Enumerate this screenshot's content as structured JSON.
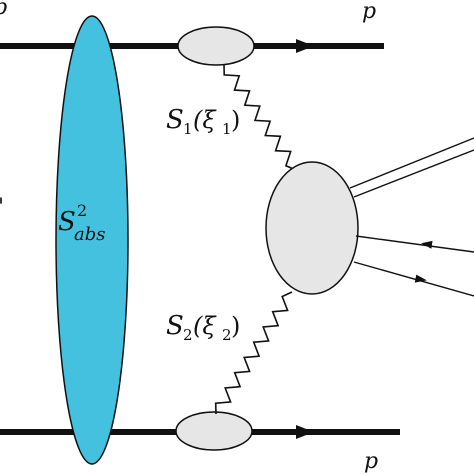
{
  "colors": {
    "line": "#111111",
    "blob_fill": "#e6e6e6",
    "ellipse_fill": "#44c1df",
    "background": "#ffffff"
  },
  "labels": {
    "top_right_p": "p",
    "bottom_right_p": "p",
    "top_left_partial": "b",
    "mid_left_partial": "'",
    "s1_script": "S",
    "s1_sub": "1",
    "s1_arg": "(ξ",
    "s1_arg_sub": "1",
    "s1_close": ")",
    "s2_script": "S",
    "s2_sub": "2",
    "s2_arg": "(ξ",
    "s2_arg_sub": "2",
    "s2_close": ")",
    "survival_base": "S",
    "survival_sup": "2",
    "survival_sub": "abs"
  }
}
